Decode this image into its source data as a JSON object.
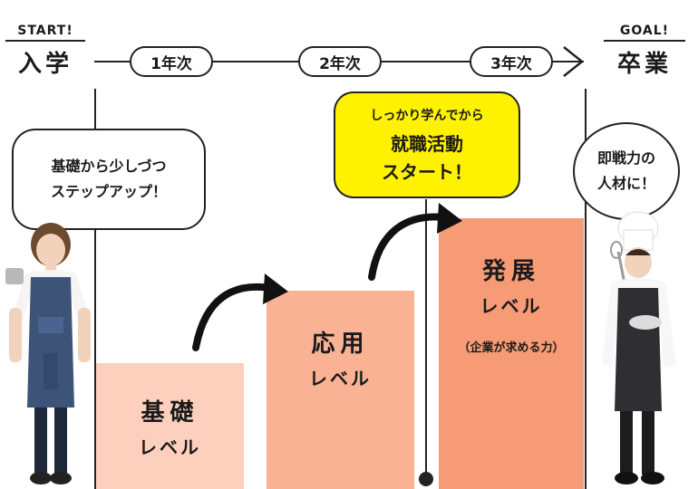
{
  "header": {
    "start_tag": "START!",
    "start_label": "入学",
    "goal_tag": "GOAL!",
    "goal_label": "卒業",
    "years": [
      "1年次",
      "2年次",
      "3年次"
    ]
  },
  "bubbles": {
    "left": [
      "基礎から少しづつ",
      "ステップアップ！"
    ],
    "center": [
      "しっかり学んでから",
      "就職活動",
      "スタート！"
    ],
    "right": [
      "即戦力の",
      "人材に！"
    ]
  },
  "levels": [
    {
      "title": "基礎",
      "sub": "レベル",
      "note": ""
    },
    {
      "title": "応用",
      "sub": "レベル",
      "note": ""
    },
    {
      "title": "発展",
      "sub": "レベル",
      "note": "（企業が求める力）"
    }
  ],
  "colors": {
    "basic": "#fcd0bd",
    "applied": "#f9b394",
    "advanced": "#f69b75",
    "highlight_bubble": "#fff200",
    "line": "#222222"
  },
  "icons": [
    "curved-arrow-icon",
    "arrow-right-icon"
  ]
}
